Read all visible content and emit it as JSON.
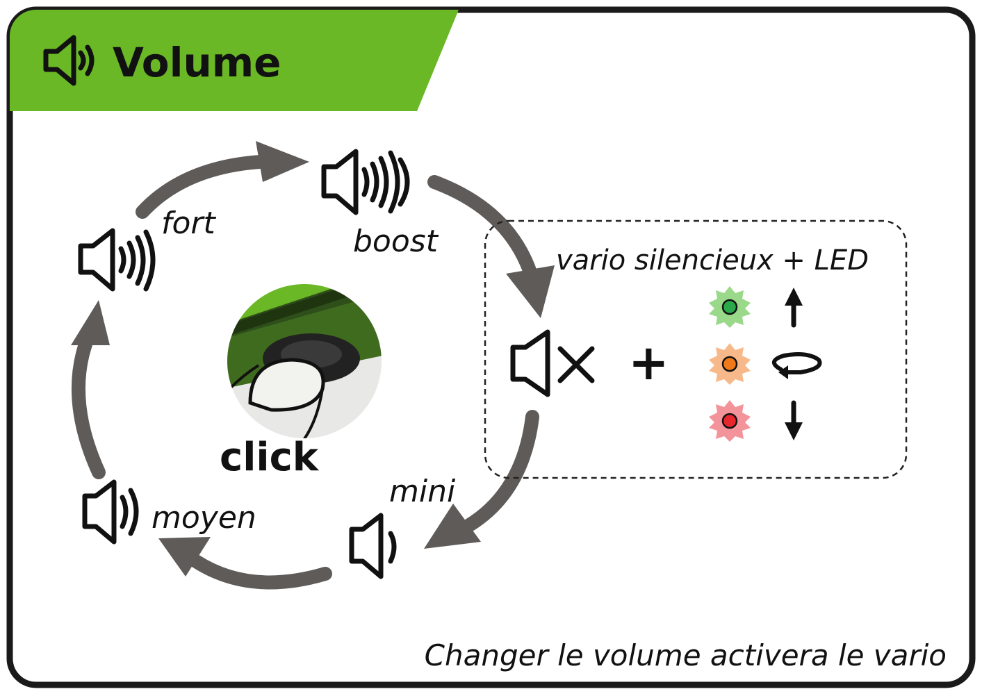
{
  "header": {
    "title": "Volume",
    "icon": "speaker-icon",
    "band_color": "#6ab825"
  },
  "cycle": {
    "levels": [
      {
        "key": "fort",
        "label": "fort",
        "icon": "speaker-3-waves-icon"
      },
      {
        "key": "boost",
        "label": "boost",
        "icon": "speaker-4-waves-icon"
      },
      {
        "key": "mini",
        "label": "mini",
        "icon": "speaker-1-wave-icon"
      },
      {
        "key": "moyen",
        "label": "moyen",
        "icon": "speaker-2-waves-icon"
      }
    ],
    "arrow_color": "#5f5b59"
  },
  "button": {
    "label": "click",
    "accent_color": "#6ab825"
  },
  "silent_box": {
    "label": "vario silencieux + LED",
    "mute_icon": "speaker-muted-icon",
    "plus": "+",
    "leds": [
      {
        "color": "#2aa84a",
        "glow": "#9ad88a",
        "meaning_icon": "arrow-up-icon"
      },
      {
        "color": "#f07a1a",
        "glow": "#f7b98a",
        "meaning_icon": "rotate-icon"
      },
      {
        "color": "#e8262e",
        "glow": "#f3949a",
        "meaning_icon": "arrow-down-icon"
      }
    ]
  },
  "footer": {
    "note": "Changer le volume activera le vario"
  }
}
